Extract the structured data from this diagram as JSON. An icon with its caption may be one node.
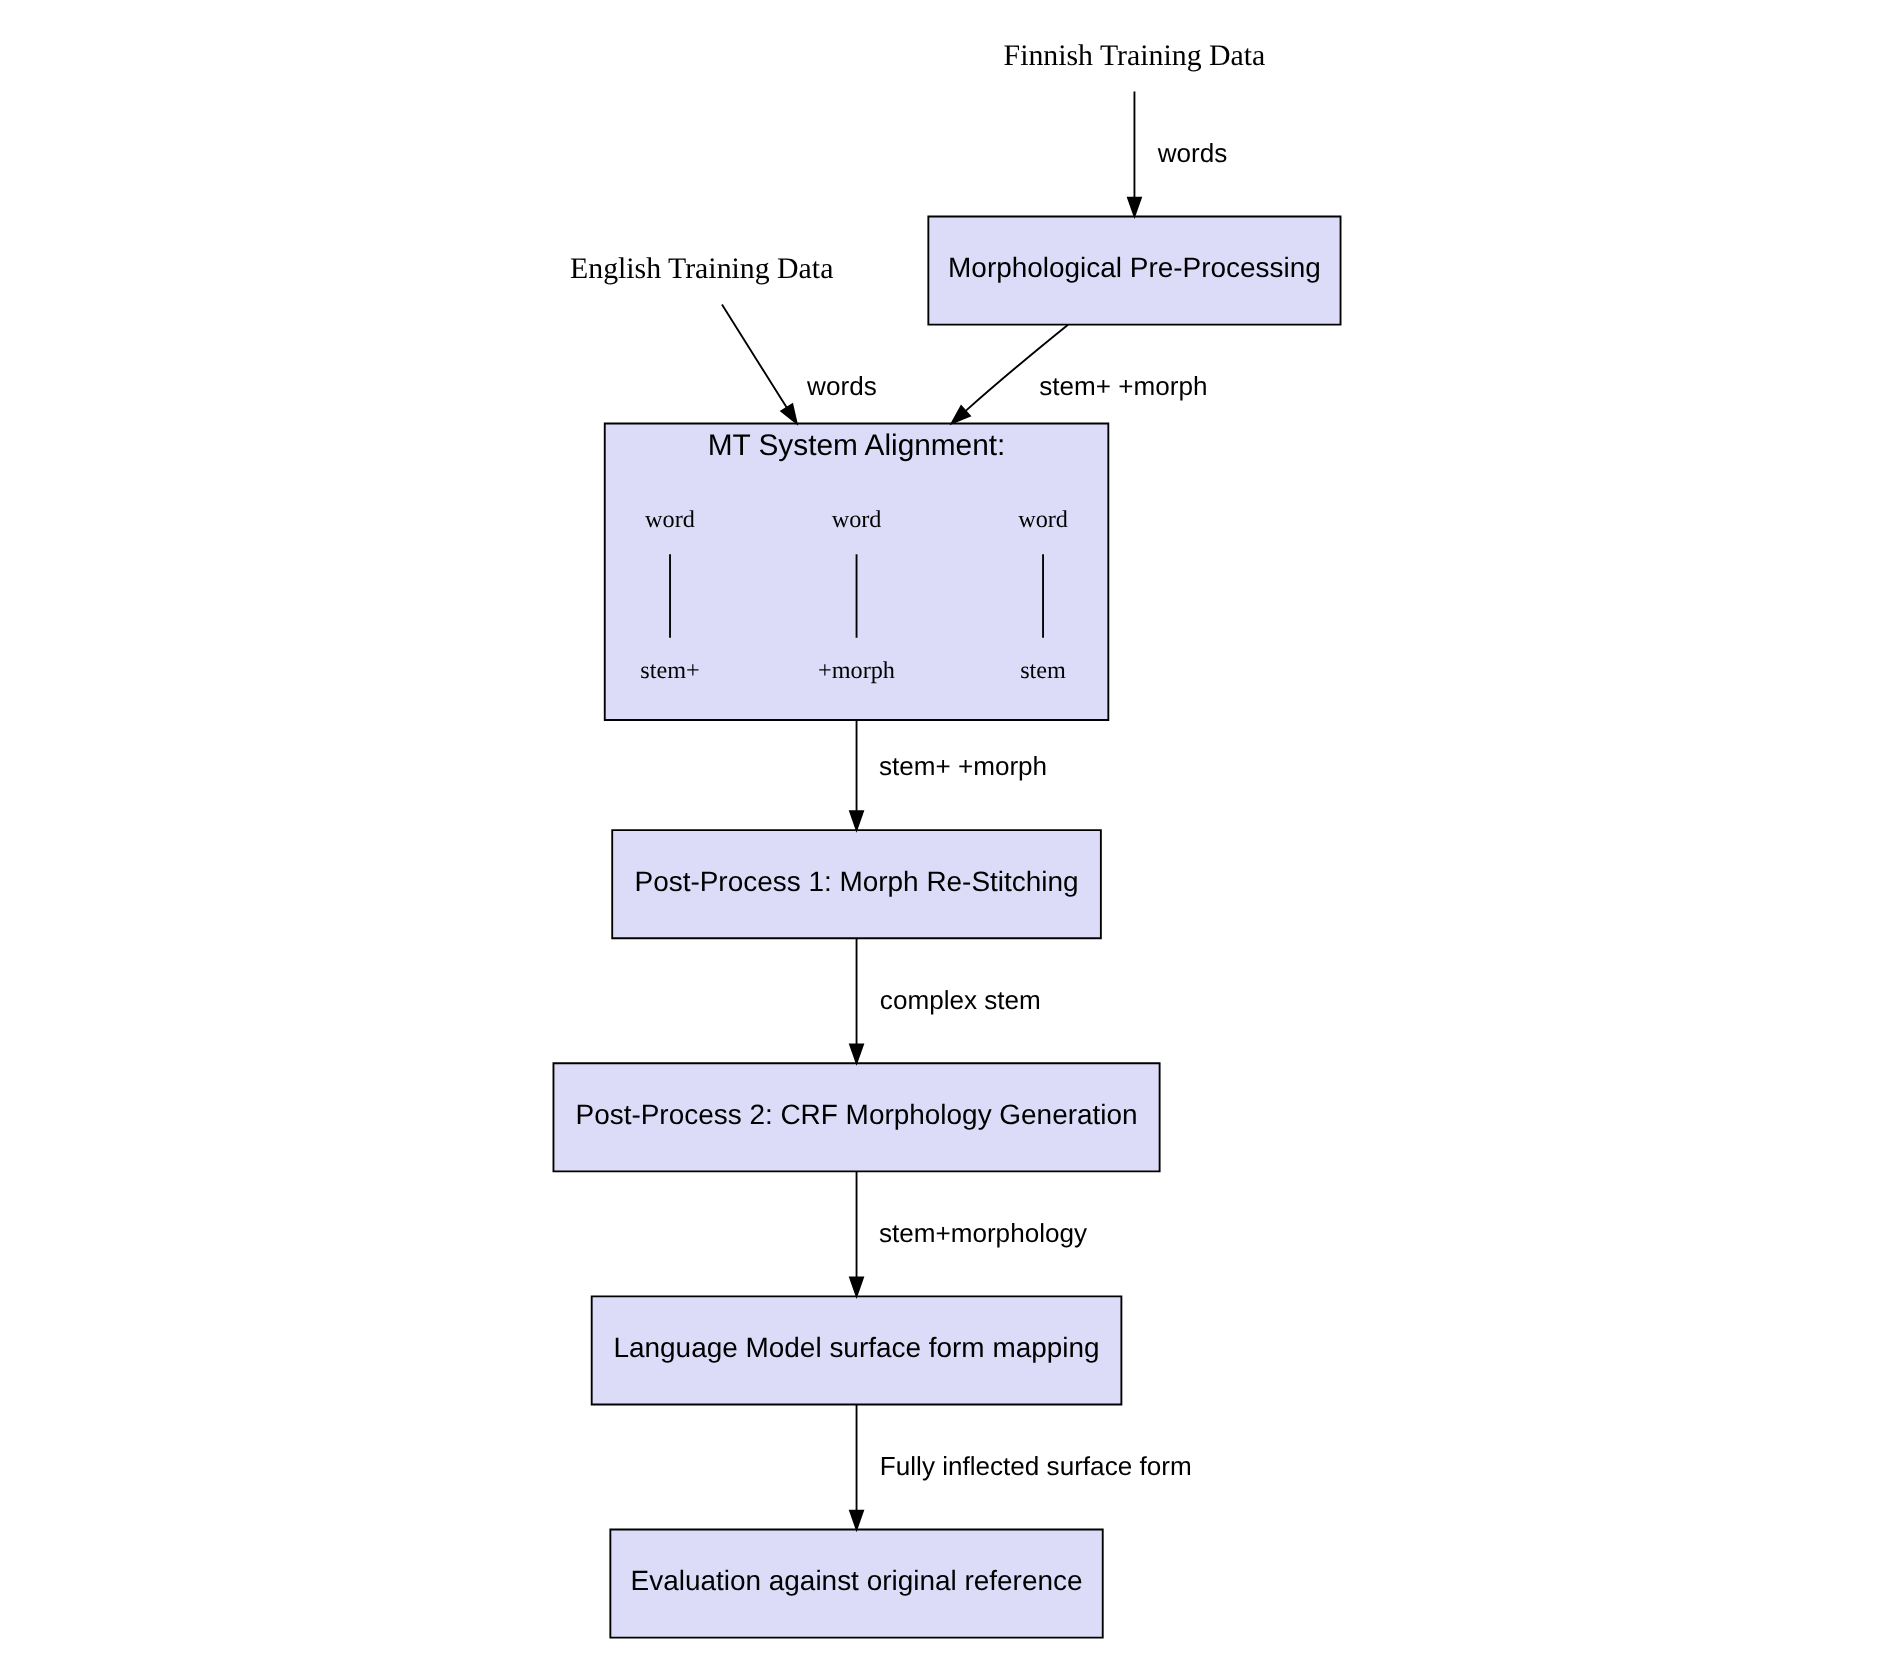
{
  "diagram": {
    "nodes": [
      {
        "text": [
          "English Training Data"
        ]
      },
      {
        "text": [
          "Finnish Training Data"
        ]
      },
      {
        "text": [
          "Morphological Pre-Processing"
        ]
      },
      {
        "text": [
          "MT System Alignment:"
        ]
      },
      {
        "text": [
          "word"
        ],
        "in": 3
      },
      {
        "text": [
          "word"
        ],
        "in": 3
      },
      {
        "text": [
          "word"
        ],
        "in": 3
      },
      {
        "text": [
          "stem+"
        ],
        "in": 3
      },
      {
        "text": [
          "+morph"
        ],
        "in": 3
      },
      {
        "text": [
          "stem"
        ],
        "in": 3
      },
      {
        "text": [
          "Post-Process 1: Morph Re-Stitching"
        ]
      },
      {
        "text": [
          "Post-Process 2: CRF Morphology Generation"
        ]
      },
      {
        "text": [
          "Language Model surface form mapping"
        ]
      },
      {
        "text": [
          "Evaluation against original reference"
        ]
      }
    ],
    "edges": [
      {
        "from": 0,
        "to": 3,
        "arrow": "to",
        "label": "words"
      },
      {
        "from": 1,
        "to": 2,
        "arrow": "to",
        "label": "words"
      },
      {
        "from": 2,
        "to": 3,
        "arrow": "to",
        "label": "stem+ +morph"
      },
      {
        "from": 3,
        "to": 10,
        "arrow": "to",
        "label": "stem+ +morph"
      },
      {
        "from": 4,
        "to": 7,
        "arrow": "none"
      },
      {
        "from": 5,
        "to": 8,
        "arrow": "none"
      },
      {
        "from": 6,
        "to": 9,
        "arrow": "none"
      },
      {
        "from": 10,
        "to": 11,
        "arrow": "to",
        "label": "complex stem"
      },
      {
        "from": 11,
        "to": 12,
        "arrow": "to",
        "label": "stem+morphology"
      },
      {
        "from": 12,
        "to": 13,
        "arrow": "to",
        "label": "Fully inflected surface form"
      }
    ]
  }
}
